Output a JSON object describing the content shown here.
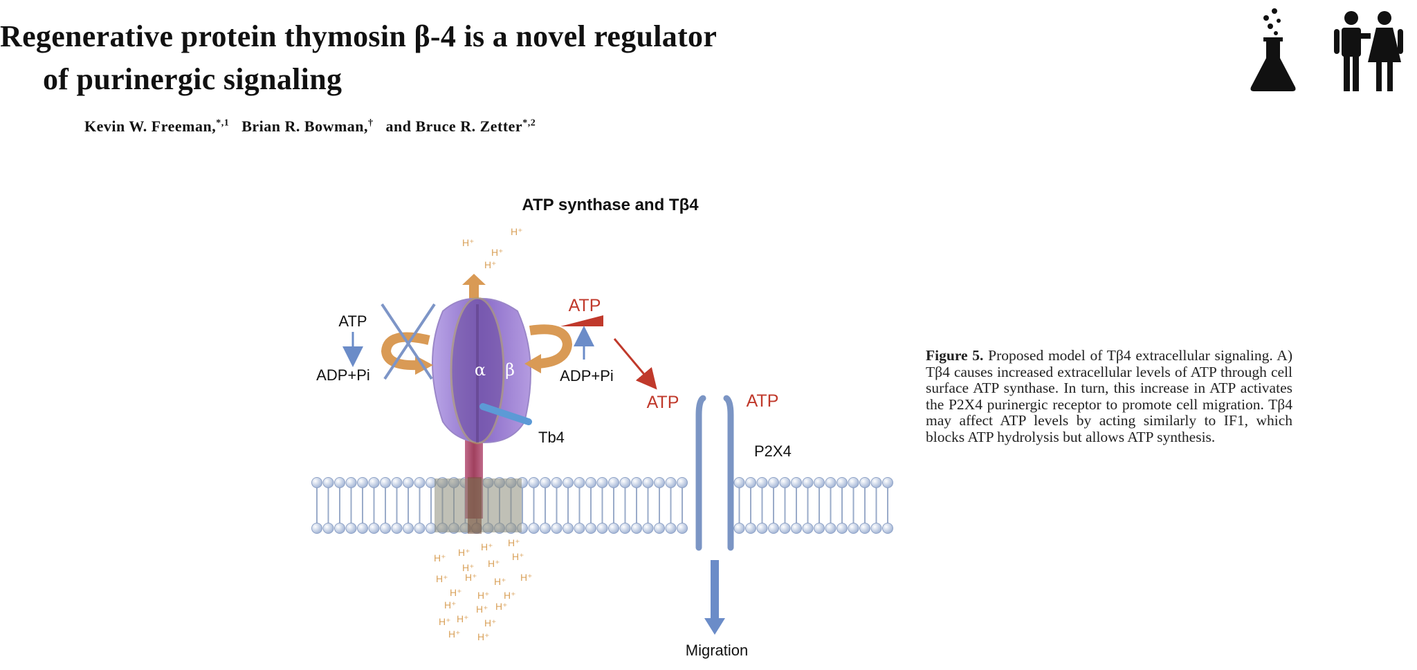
{
  "paper": {
    "title_line1": "Regenerative protein thymosin β-4 is a novel regulator",
    "title_line2": "of purinergic signaling",
    "authors": [
      {
        "name": "Kevin W. Freeman,",
        "marks": "*,1"
      },
      {
        "name": "Brian R. Bowman,",
        "marks": "†"
      },
      {
        "name": "and Bruce R. Zetter",
        "marks": "*,2"
      }
    ]
  },
  "icons": [
    "flask-icon",
    "couple-icon"
  ],
  "figure": {
    "title": "ATP synthase and Tβ4",
    "labels": {
      "atp_left": "ATP",
      "adp_left": "ADP+Pi",
      "atp_right_red": "ATP",
      "adp_right": "ADP+Pi",
      "alpha": "α",
      "beta": "β",
      "tb4": "Tb4",
      "atp_outer1": "ATP",
      "atp_outer2": "ATP",
      "p2x4": "P2X4",
      "migration": "Migration",
      "proton": "H⁺"
    },
    "colors": {
      "red": "#c0392b",
      "synthase_purple": "#9b7fd4",
      "membrane_blue": "#7b95c4",
      "arrow_orange": "#d99a55",
      "arrow_blue": "#6b8cc8",
      "proton_orange": "#d9a15a"
    }
  },
  "caption": {
    "lead": "Figure 5.",
    "text": " Proposed model of Tβ4 extracellular signaling. A) Tβ4 causes increased extracellular levels of ATP through cell surface ATP synthase. In turn, this increase in ATP activates the P2X4 purinergic receptor to promote cell migration. Tβ4 may affect ATP levels by acting similarly to IF1, which blocks ATP hydrolysis but allows ATP synthesis."
  }
}
